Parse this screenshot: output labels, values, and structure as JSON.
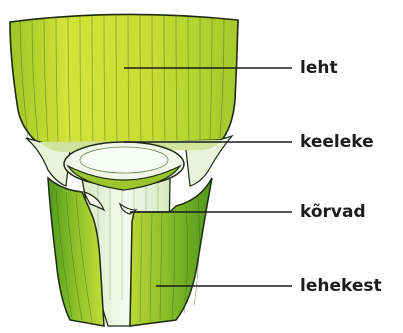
{
  "labels": {
    "leaf": "leht",
    "ligule": "keeleke",
    "auricles": "kõrvad",
    "sheath": "lehekest"
  },
  "colors": {
    "leaf_light": "#d5e63a",
    "leaf_mid": "#b6d22a",
    "leaf_dark": "#4f9a1e",
    "outline": "#1e2a12",
    "ligule_fill": "#eef6e4",
    "leader_line": "#1c1c1c"
  }
}
